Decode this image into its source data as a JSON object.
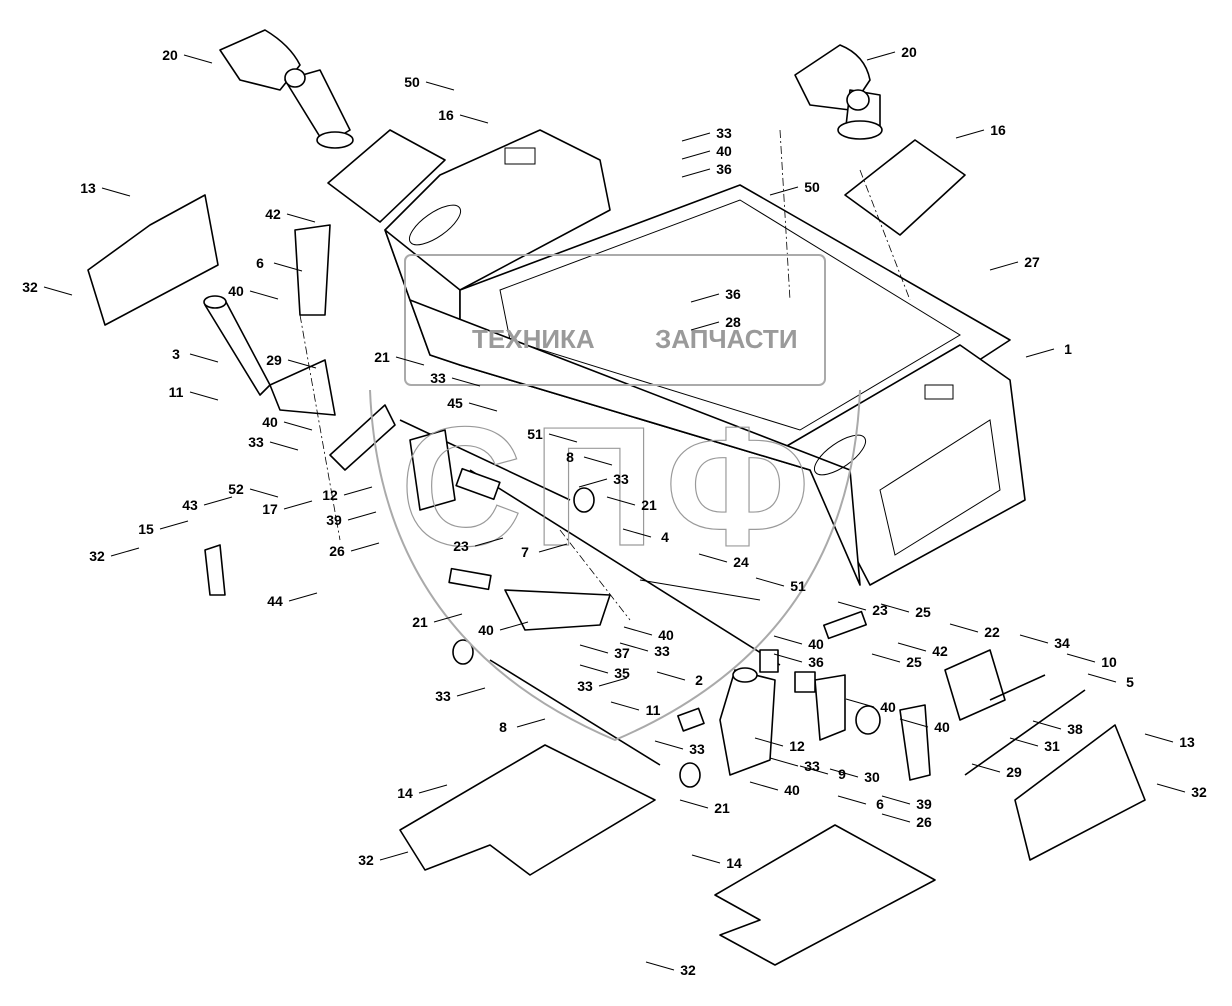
{
  "diagram": {
    "watermark": {
      "left_word": "ТЕХНИКА",
      "right_word": "ЗАПЧАСТИ",
      "logo_letters": "СПФ"
    },
    "part_labels": [
      "20",
      "50",
      "16",
      "13",
      "42",
      "6",
      "32",
      "40",
      "3",
      "29",
      "21",
      "33",
      "11",
      "45",
      "40",
      "33",
      "51",
      "8",
      "52",
      "12",
      "17",
      "39",
      "33",
      "21",
      "43",
      "15",
      "32",
      "26",
      "23",
      "7",
      "4",
      "24",
      "44",
      "51",
      "23",
      "25",
      "22",
      "34",
      "10",
      "5",
      "21",
      "40",
      "40",
      "37",
      "33",
      "40",
      "36",
      "25",
      "42",
      "33",
      "33",
      "35",
      "2",
      "11",
      "40",
      "38",
      "12",
      "40",
      "31",
      "8",
      "33",
      "9",
      "30",
      "29",
      "13",
      "14",
      "33",
      "40",
      "6",
      "21",
      "39",
      "26",
      "32",
      "32",
      "14",
      "32",
      "33",
      "40",
      "36",
      "16",
      "50",
      "27",
      "36",
      "28",
      "1",
      "20"
    ],
    "colors": {
      "line": "#000000",
      "watermark": "#9a9a9a",
      "background": "#ffffff"
    }
  }
}
